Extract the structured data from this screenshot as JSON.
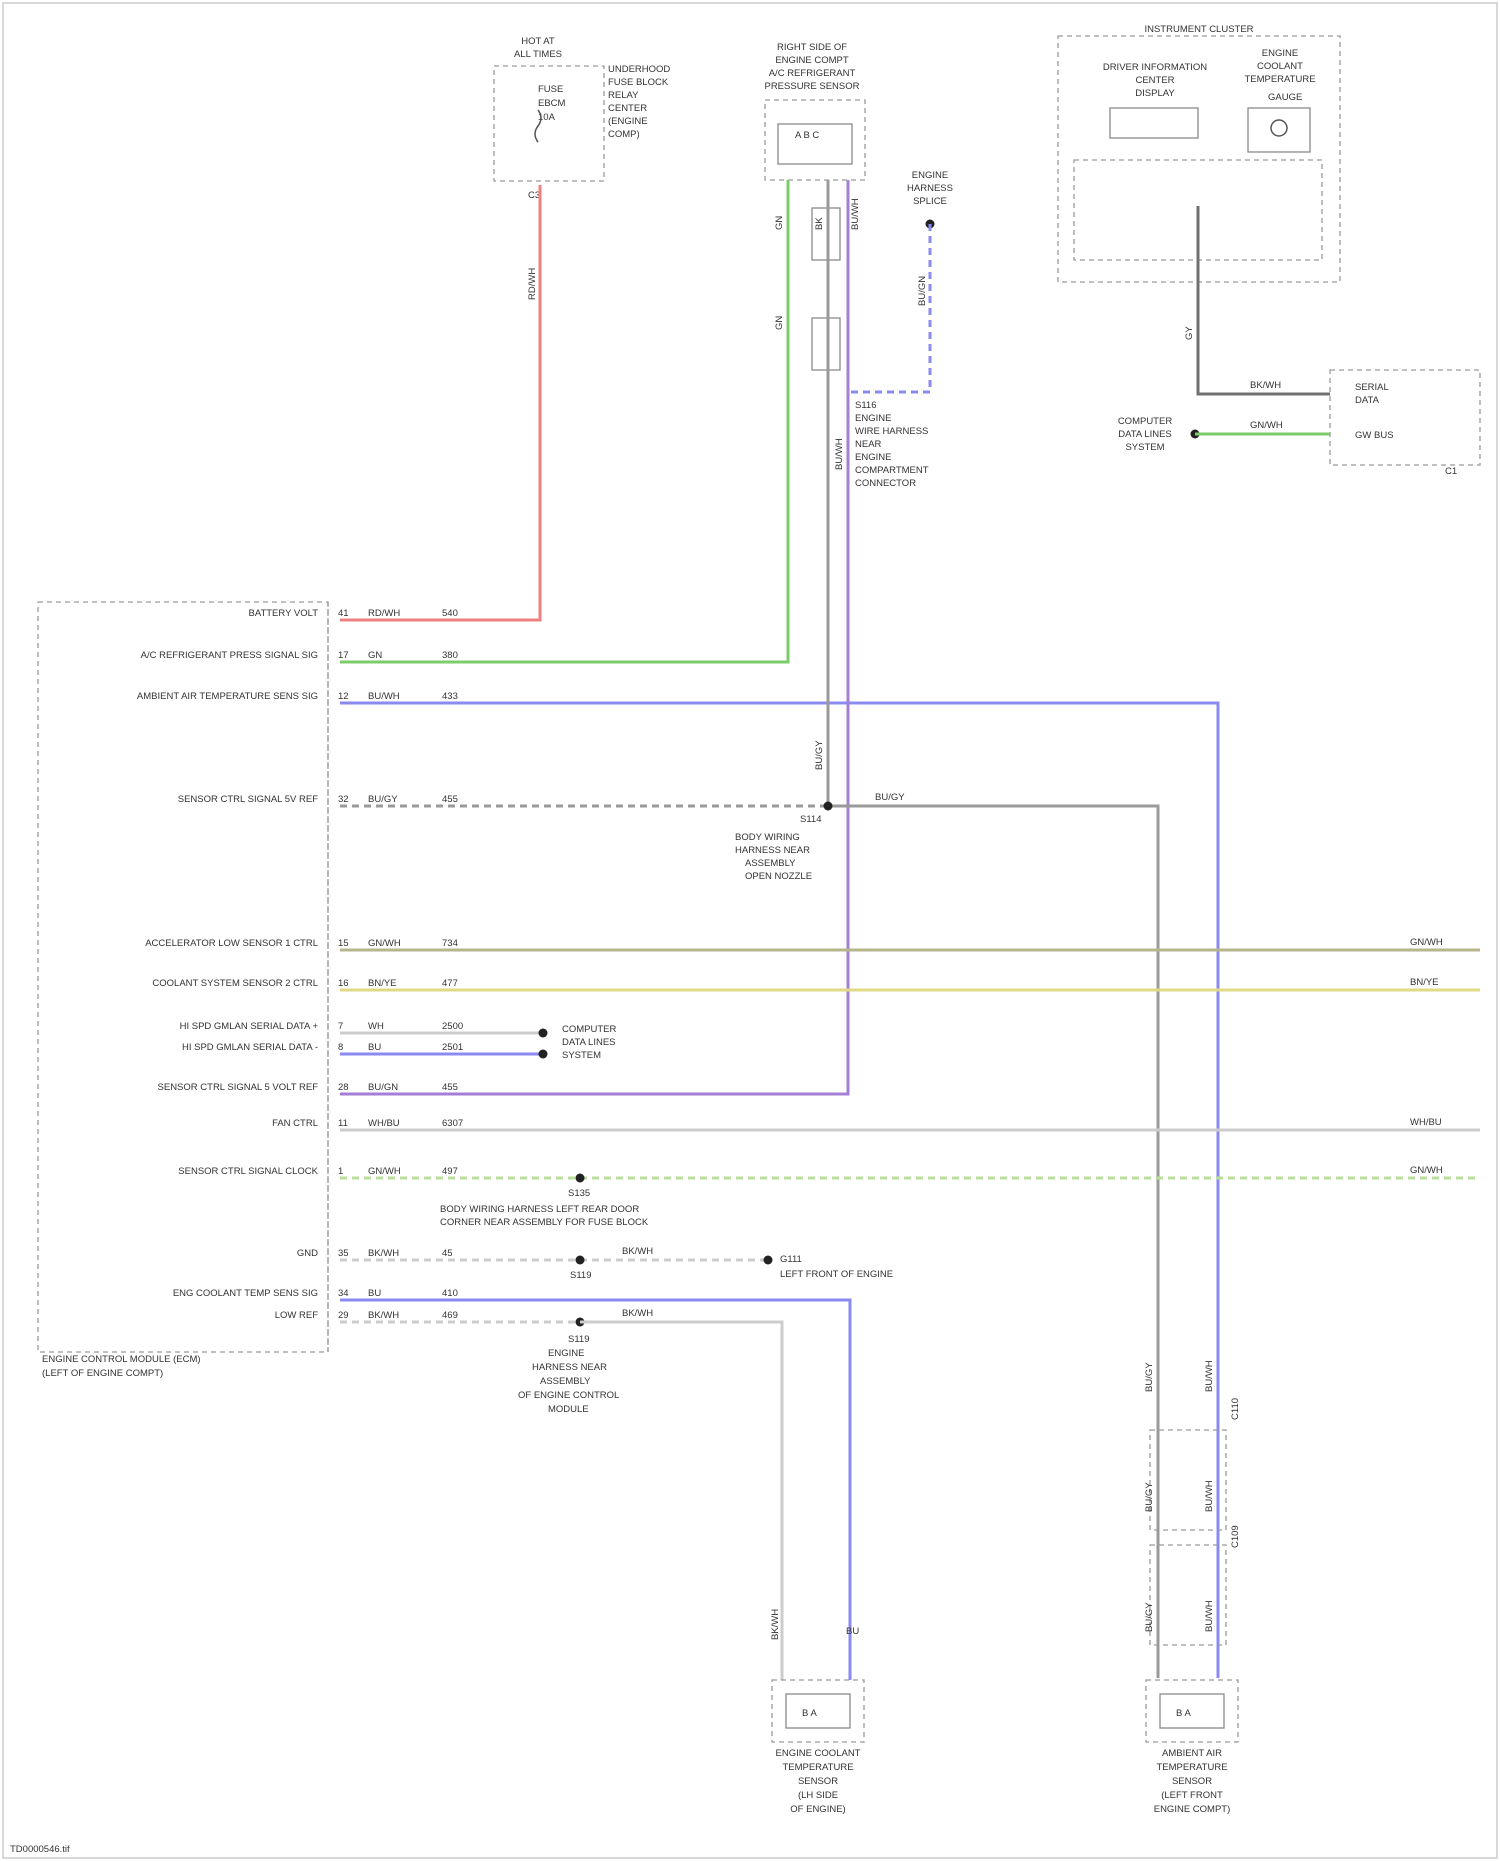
{
  "colors": {
    "red": "#f08080",
    "green": "#7ccc6a",
    "blue": "#8a8af0",
    "violet": "#a37fd6",
    "gray": "#9a9a9a",
    "darkgray": "#707070",
    "olive": "#b6b68c",
    "yellow": "#e0da86",
    "ltgray": "#cccccc",
    "ltgreen": "#b9dd9a"
  },
  "top_components": {
    "fuse": {
      "title_1": "HOT AT",
      "title_2": "ALL TIMES",
      "inner_1": "FUSE",
      "inner_2": "EBCM",
      "inner_3": "10A",
      "side_1": "UNDERHOOD",
      "side_2": "FUSE BLOCK",
      "side_3": "RELAY",
      "side_4": "CENTER",
      "side_5": "(ENGINE",
      "side_6": "COMP)",
      "pin": "C3"
    },
    "pressure_sensor": {
      "title_1": "RIGHT SIDE OF",
      "title_2": "ENGINE COMPT",
      "title_3": "A/C REFRIGERANT",
      "title_4": "PRESSURE SENSOR",
      "inner": "A B C"
    },
    "engine_harness": {
      "title_1": "ENGINE",
      "title_2": "HARNESS",
      "title_3": "SPLICE"
    },
    "splice_note": {
      "line_1": "S116",
      "line_2": "ENGINE",
      "line_3": "WIRE HARNESS",
      "line_4": "NEAR",
      "line_5": "ENGINE",
      "line_6": "COMPARTMENT",
      "line_7": "CONNECTOR"
    },
    "instrument_cluster": {
      "title": "INSTRUMENT CLUSTER",
      "left_1": "DRIVER INFORMATION",
      "left_2": "CENTER",
      "left_3": "DISPLAY",
      "right_1": "ENGINE",
      "right_2": "COOLANT",
      "right_3": "TEMPERATURE",
      "inner": "GAUGE"
    },
    "gateway": {
      "line_1": "SERIAL",
      "line_2": "DATA",
      "line_3": "GW BUS",
      "corner": "C1"
    },
    "computer_data_lines": {
      "line_1": "COMPUTER",
      "line_2": "DATA LINES",
      "line_3": "SYSTEM"
    }
  },
  "ecm": {
    "title_1": "ENGINE CONTROL MODULE (ECM)",
    "title_2": "(LEFT OF ENGINE COMPT)",
    "rows": [
      {
        "label": "BATTERY VOLT",
        "pin": "41",
        "color": "RD/WH",
        "circuit": "540"
      },
      {
        "label": "A/C REFRIGERANT PRESS SIGNAL SIG",
        "pin": "17",
        "color": "GN",
        "circuit": "380"
      },
      {
        "label": "AMBIENT AIR TEMPERATURE SENS SIG",
        "pin": "12",
        "color": "BU/WH",
        "circuit": "433"
      },
      {
        "label": "SENSOR CTRL SIGNAL 5V REF",
        "pin": "32",
        "color": "BU/GY",
        "circuit": "455"
      },
      {
        "label": "ACCELERATOR LOW SENSOR 1 CTRL",
        "pin": "15",
        "color": "GN/WH",
        "circuit": "734"
      },
      {
        "label": "COOLANT SYSTEM SENSOR 2 CTRL",
        "pin": "16",
        "color": "BN/YE",
        "circuit": "477"
      },
      {
        "label": "HI SPD GMLAN SERIAL DATA +",
        "pin": "7",
        "color": "WH",
        "circuit": "2500"
      },
      {
        "label": "HI SPD GMLAN SERIAL DATA -",
        "pin": "8",
        "color": "BU",
        "circuit": "2501"
      },
      {
        "label": "SENSOR CTRL SIGNAL 5 VOLT REF",
        "pin": "28",
        "color": "BU/GN",
        "circuit": "455"
      },
      {
        "label": "FAN CTRL",
        "pin": "11",
        "color": "WH/BU",
        "circuit": "6307"
      },
      {
        "label": "SENSOR CTRL SIGNAL CLOCK",
        "pin": "1",
        "color": "GN/WH",
        "circuit": "497"
      },
      {
        "label": "GND",
        "pin": "35",
        "color": "BK/WH",
        "circuit": "45"
      },
      {
        "label": "ENG COOLANT TEMP SENS SIG",
        "pin": "34",
        "color": "BU",
        "circuit": "410"
      },
      {
        "label": "LOW REF",
        "pin": "29",
        "color": "BK/WH",
        "circuit": "469"
      }
    ]
  },
  "wire_labels": {
    "fuse_drop": "RD/WH",
    "press_a": "GN",
    "press_b": "BK",
    "press_c": "BU/WH",
    "press_gn2": "GN",
    "harness_drop": "BU/GN",
    "s116_drop": "BU/WH",
    "gray_mid": "BU/GY",
    "to_ambient": "BU/GY",
    "cluster_drop": "GY",
    "cluster_bus": "BK/WH",
    "cluster_data": "GN/WH",
    "right_accel": "GN/WH",
    "right_coolant": "BN/YE",
    "right_fan": "WH/BU",
    "right_clock": "GN/WH",
    "gnd_lbl": "BK/WH",
    "low_ref_lbl": "BK/WH"
  },
  "splices": {
    "s1": {
      "line_1": "S114",
      "line_2": "BODY WIRING",
      "line_3": "HARNESS NEAR",
      "line_4": "ASSEMBLY",
      "line_5": "OPEN NOZZLE"
    },
    "s2": {
      "line_1": "S135",
      "line_2": "BODY WIRING HARNESS LEFT REAR DOOR",
      "line_3": "CORNER NEAR ASSEMBLY FOR FUSE BLOCK"
    },
    "s3": {
      "line_1": "G111",
      "line_2": "LEFT FRONT OF ENGINE"
    },
    "s3b": "S119",
    "s4": {
      "line_1": "S119",
      "line_2": "ENGINE",
      "line_3": "HARNESS NEAR",
      "line_4": "ASSEMBLY",
      "line_5": "OF ENGINE CONTROL",
      "line_6": "MODULE"
    }
  },
  "data_lines_mid": {
    "line_1": "COMPUTER",
    "line_2": "DATA LINES",
    "line_3": "SYSTEM"
  },
  "bottom_sensors": {
    "ect": {
      "line_1": "ENGINE COOLANT",
      "line_2": "TEMPERATURE",
      "line_3": "SENSOR",
      "line_4": "(LH SIDE",
      "line_5": "OF ENGINE)",
      "inner": "B A",
      "wire_a": "BK/WH",
      "wire_b": "BU"
    },
    "aat": {
      "line_1": "AMBIENT AIR",
      "line_2": "TEMPERATURE",
      "line_3": "SENSOR",
      "line_4": "(LEFT FRONT",
      "line_5": "ENGINE COMPT)",
      "inner": "B A",
      "wire_1": "BU/GY",
      "wire_2": "BU/WH",
      "wire_3": "BU/GY",
      "wire_4": "BU/WH",
      "wire_5": "BU/GY",
      "wire_6": "BU/WH",
      "conn_1": "C110",
      "conn_2": "C109"
    }
  },
  "footer": "TD0000546.tif"
}
